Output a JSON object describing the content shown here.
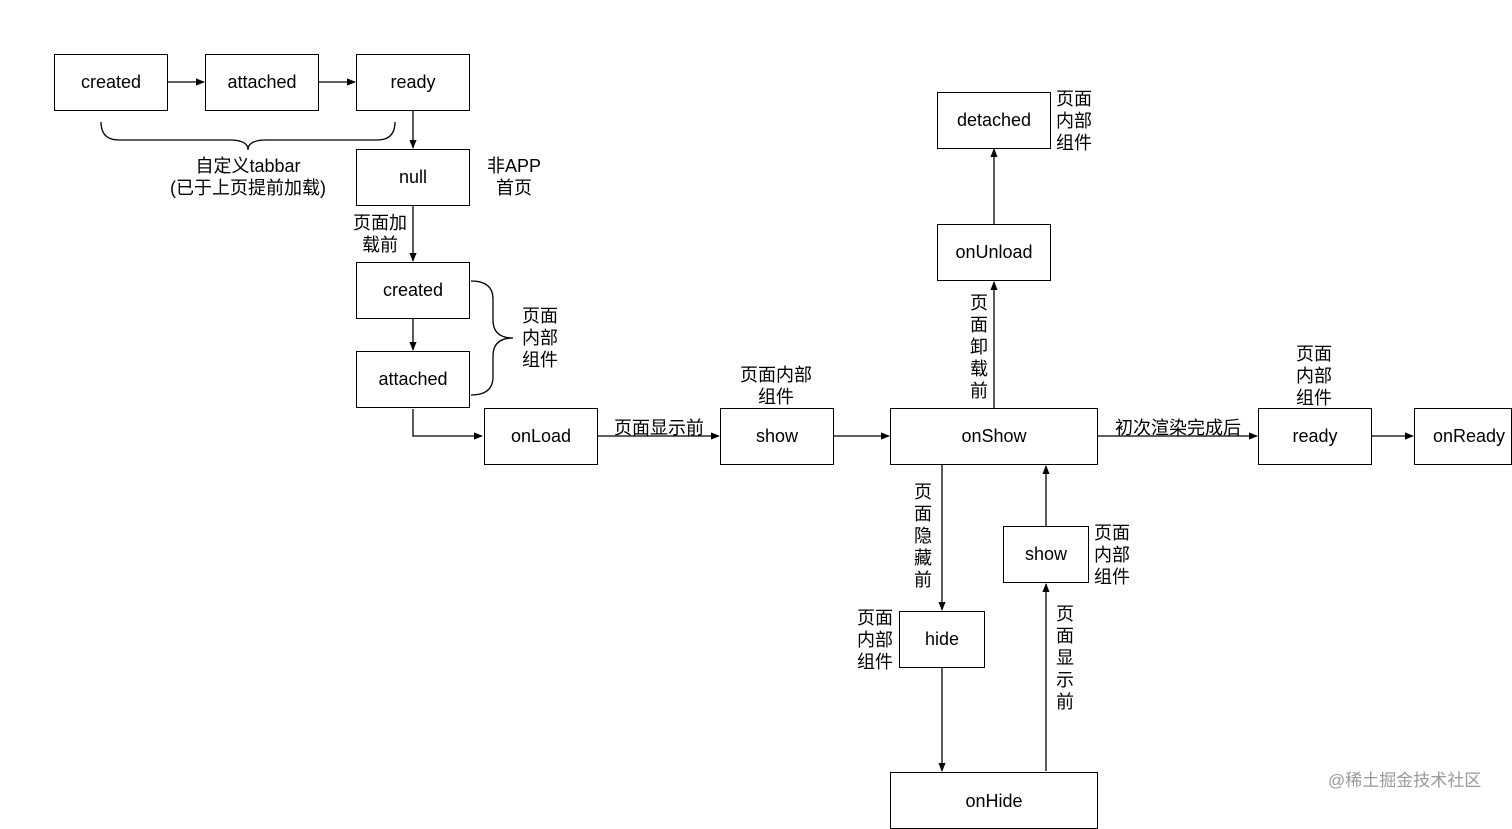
{
  "nodes": {
    "created_1": "created",
    "attached_1": "attached",
    "ready_1": "ready",
    "null": "null",
    "created_2": "created",
    "attached_2": "attached",
    "onLoad": "onLoad",
    "show_1": "show",
    "onShow": "onShow",
    "onUnload": "onUnload",
    "detached": "detached",
    "ready_2": "ready",
    "onReady": "onReady",
    "hide": "hide",
    "show_2": "show",
    "onHide": "onHide"
  },
  "labels": {
    "custom_tabbar": "自定义tabbar\n(已于上页提前加载)",
    "non_app_home": "非APP\n首页",
    "before_page_load": "页面加\n载前",
    "inner_component_1": "页面\n内部\n组件",
    "inner_component_2": "页面内部\n组件",
    "before_page_show": "页面显示前",
    "inner_component_detached": "页面\n内部\n组件",
    "before_page_unload": "页面卸载前",
    "first_render_done": "初次渲染完成后",
    "inner_component_ready": "页面\n内部\n组件",
    "before_page_hide": "页面隐藏前",
    "inner_component_hide": "页面\n内部\n组件",
    "inner_component_show": "页面\n内部\n组件",
    "before_page_show_v": "页面显示前"
  },
  "watermark": "@稀土掘金技术社区"
}
